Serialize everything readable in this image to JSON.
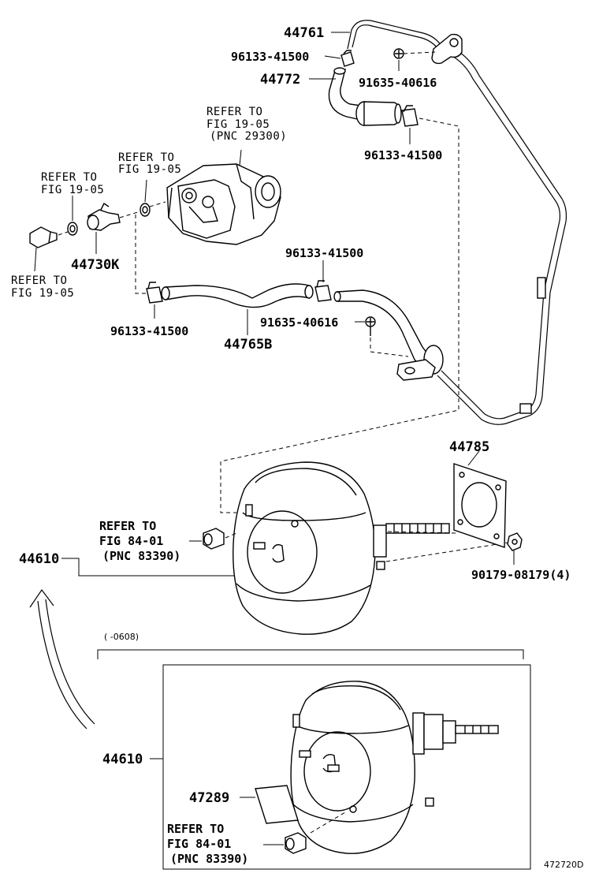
{
  "labels": {
    "p44761": "44761",
    "p96133_top": "96133-41500",
    "p44772": "44772",
    "p91635_top": "91635-40616",
    "p96133_right": "96133-41500",
    "ref_pump_1": "REFER TO",
    "ref_pump_2": "FIG 19-05",
    "ref_pump_3": "(PNC 29300)",
    "ref_gasket_1": "REFER TO",
    "ref_gasket_2": "FIG 19-05",
    "ref_left_1": "REFER TO",
    "ref_left_2": "FIG 19-05",
    "p44730K": "44730K",
    "ref_bolt_1": "REFER TO",
    "ref_bolt_2": "FIG 19-05",
    "p96133_mid": "96133-41500",
    "p96133_lower": "96133-41500",
    "p44765B": "44765B",
    "p91635_mid": "91635-40616",
    "p44785": "44785",
    "ref_sw1_1": "REFER TO",
    "ref_sw1_2": "FIG 84-01",
    "ref_sw1_3": "(PNC 83390)",
    "p44610_top": "44610",
    "p90179": "90179-08179(4)",
    "date_range": "(      -0608)",
    "p44610_bottom": "44610",
    "p47289": "47289",
    "ref_sw2_1": "REFER TO",
    "ref_sw2_2": "FIG 84-01",
    "ref_sw2_3": "(PNC 83390)",
    "diagram_id": "472720D"
  }
}
